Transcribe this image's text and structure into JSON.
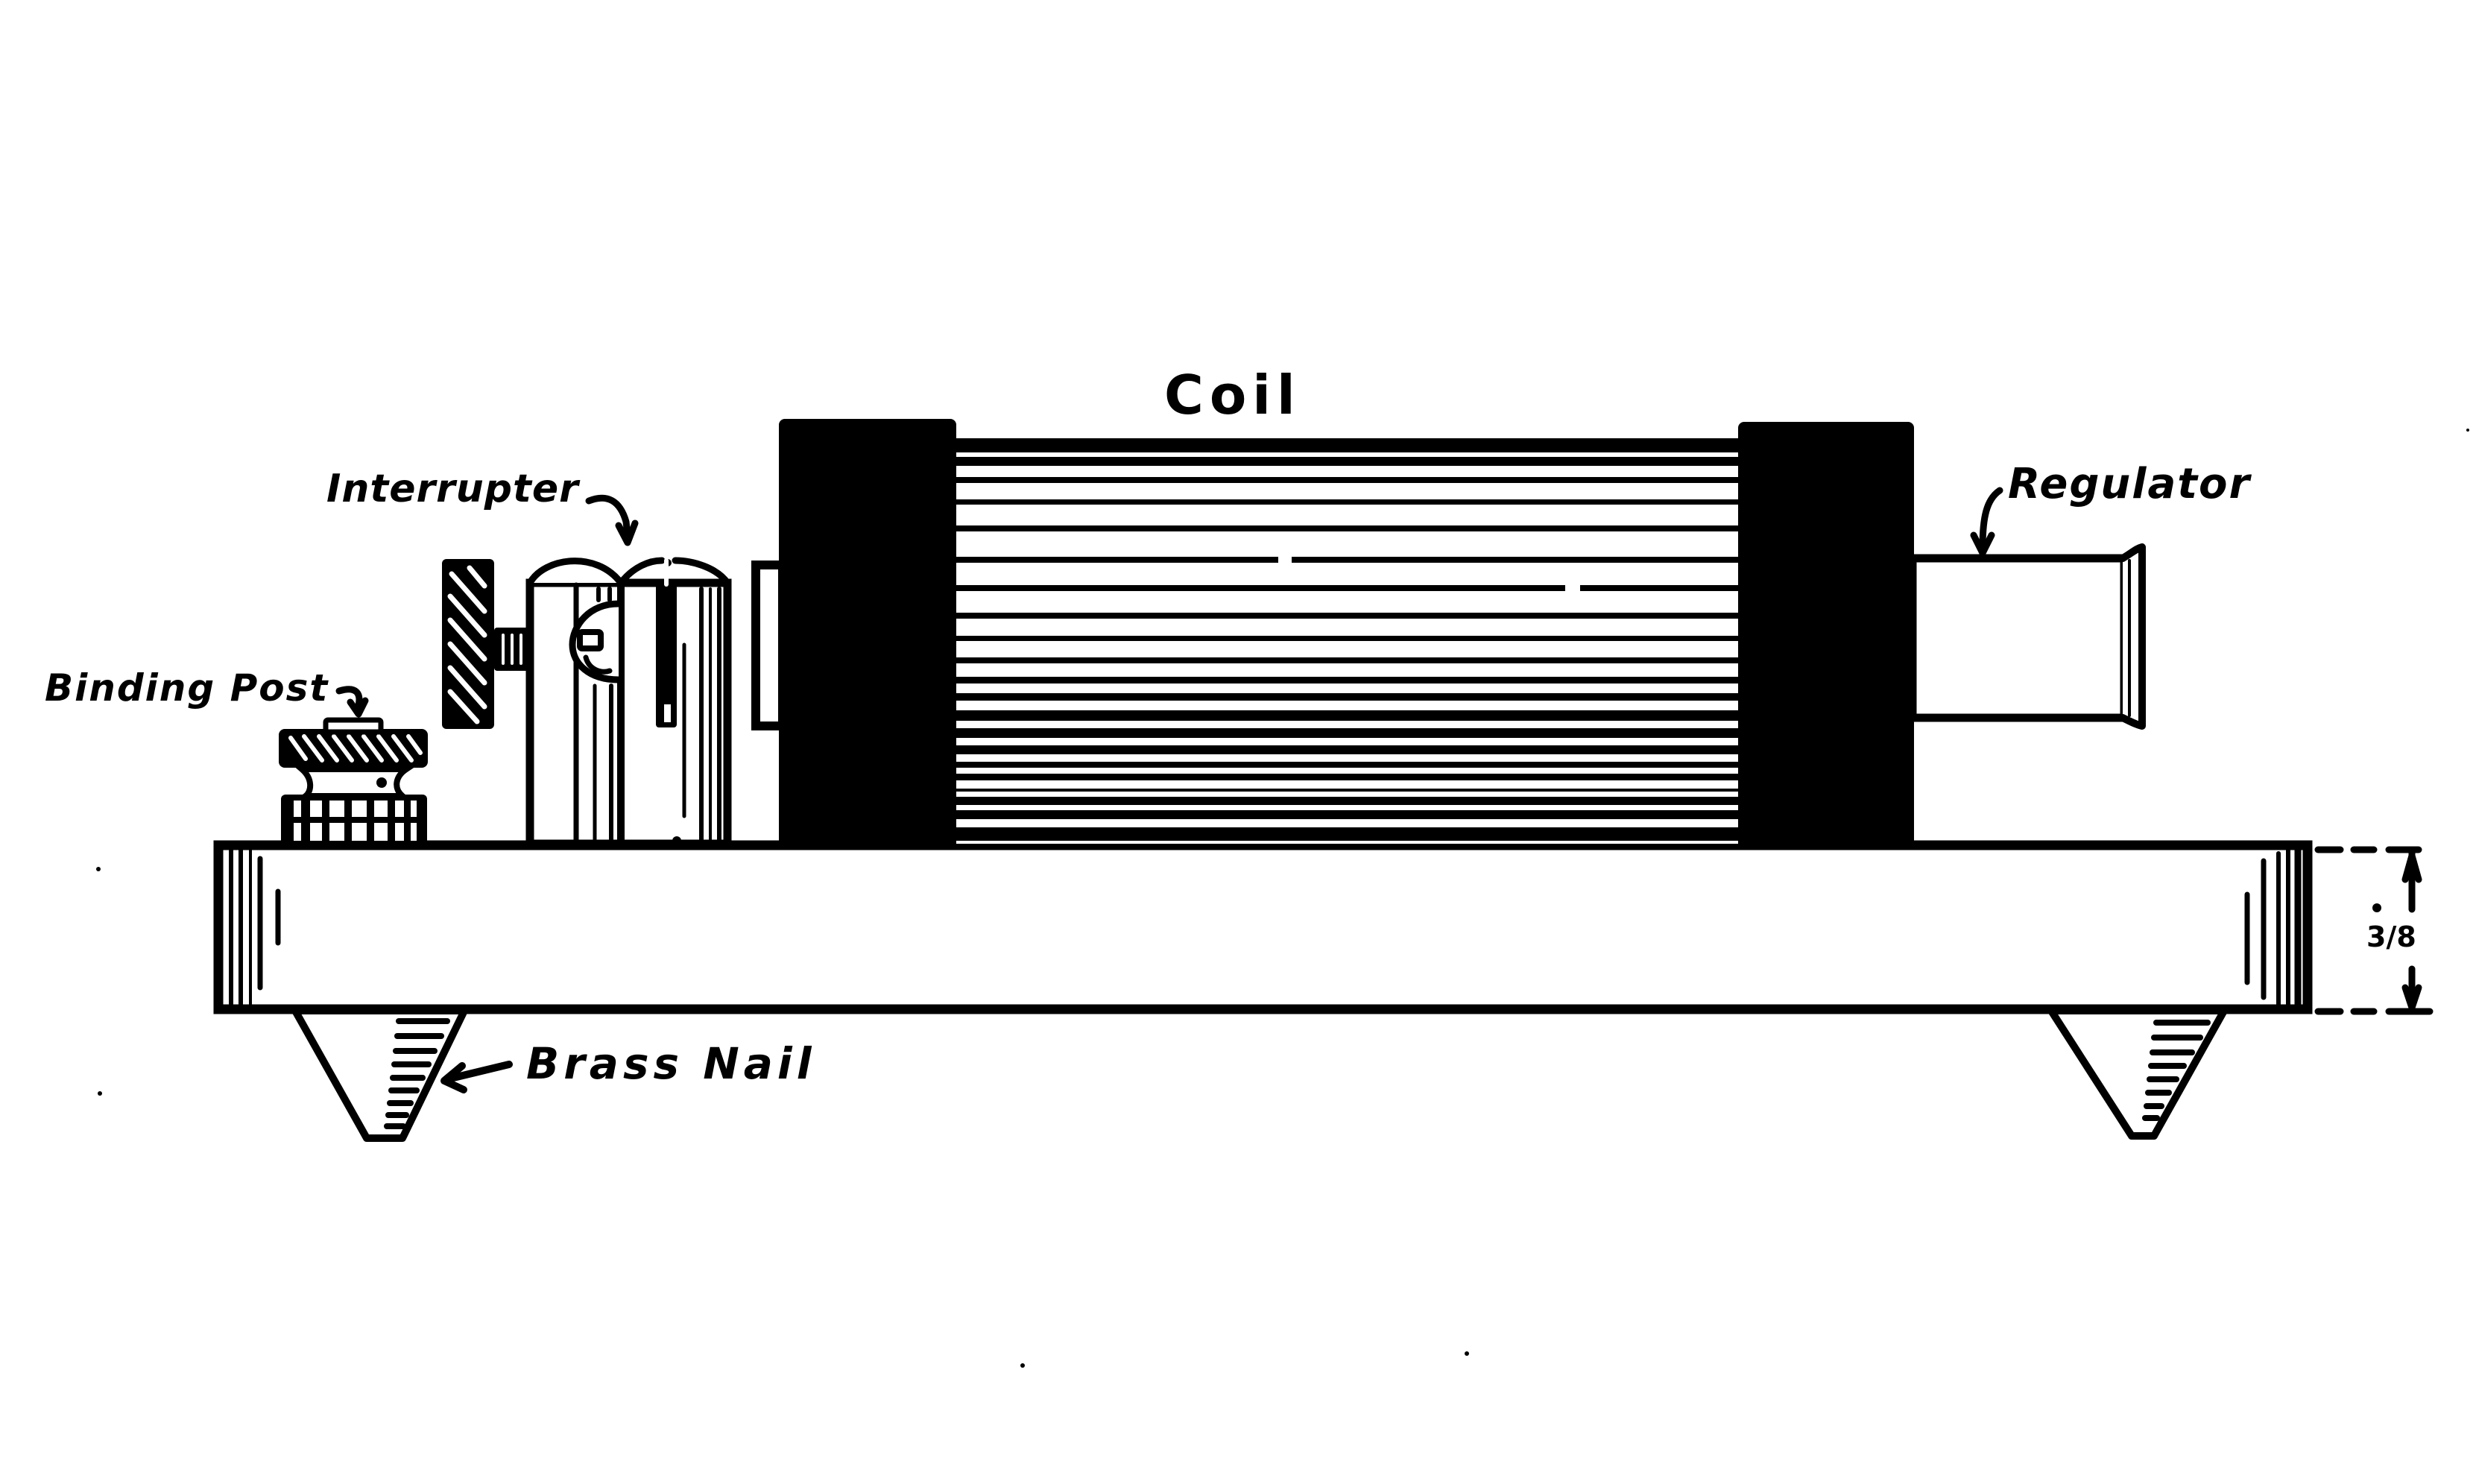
{
  "figure": {
    "type": "technical line drawing",
    "subject": "induction coil apparatus, side elevation",
    "colors": {
      "ink": "#000000",
      "paper": "#ffffff"
    }
  },
  "labels": {
    "coil": "Coil",
    "interrupter": "Interrupter",
    "binding_post": "Binding Post",
    "regulator": "Regulator",
    "brass_nail": "Brass Nail",
    "base_thickness": "3/8"
  },
  "components": [
    {
      "id": "binding-post",
      "label_ref": "labels.binding_post"
    },
    {
      "id": "interrupter",
      "label_ref": "labels.interrupter"
    },
    {
      "id": "coil",
      "label_ref": "labels.coil"
    },
    {
      "id": "regulator",
      "label_ref": "labels.regulator"
    },
    {
      "id": "brass-nail-left",
      "label_ref": "labels.brass_nail"
    },
    {
      "id": "brass-nail-right"
    },
    {
      "id": "wooden-base"
    },
    {
      "id": "base-thickness-dimension",
      "label_ref": "labels.base_thickness"
    }
  ]
}
